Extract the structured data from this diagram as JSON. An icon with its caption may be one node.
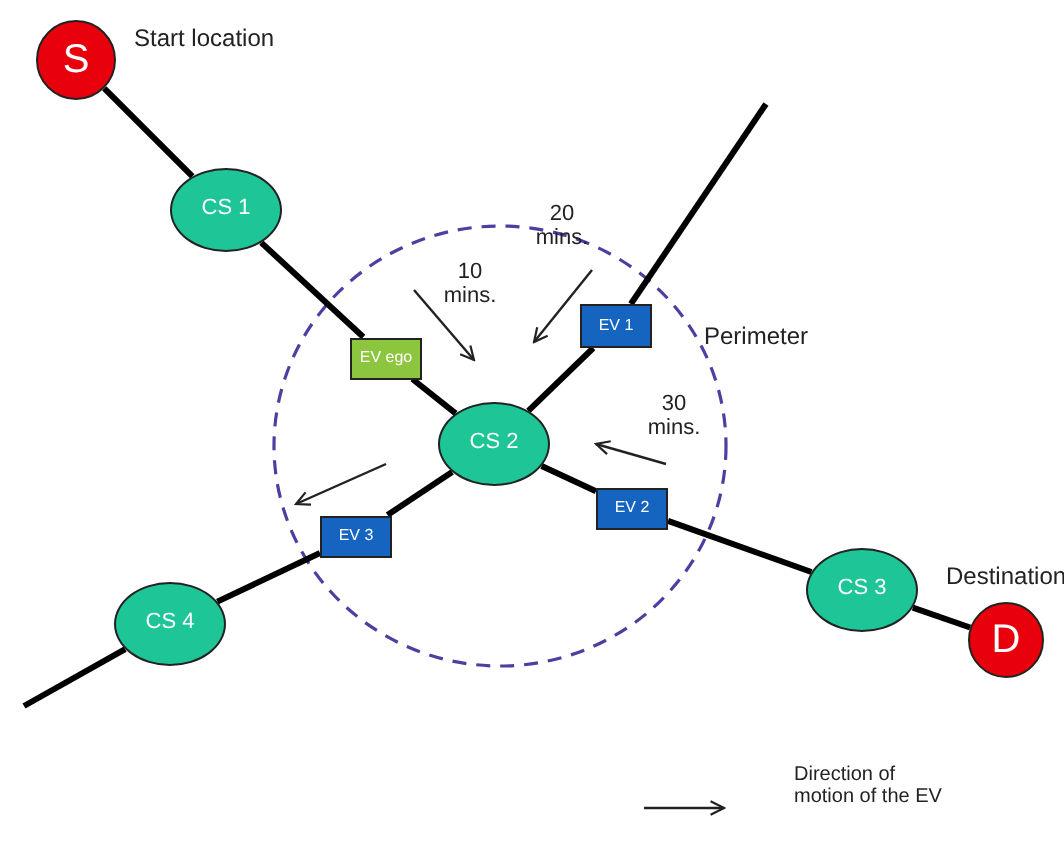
{
  "diagram": {
    "nodes": [
      {
        "text": [
          "S"
        ],
        "beside": [
          "Start location"
        ]
      },
      {
        "text": [
          "CS 1"
        ]
      },
      {
        "text": [
          "EV ego"
        ]
      },
      {
        "text": [
          "CS 2"
        ]
      },
      {
        "text": [
          "EV 1"
        ]
      },
      {
        "text": [
          "EV 2"
        ]
      },
      {
        "text": [
          "EV 3"
        ]
      },
      {
        "text": [
          "CS 3"
        ]
      },
      {
        "text": [
          "D"
        ],
        "beside": [
          "Destination"
        ]
      },
      {
        "text": [
          "CS 4"
        ]
      }
    ],
    "edges": [
      {
        "from": 0,
        "to": 1,
        "arrow": "none"
      },
      {
        "from": 1,
        "to": 2,
        "arrow": "none"
      },
      {
        "from": 2,
        "to": 3,
        "arrow": "none"
      },
      {
        "from": 3,
        "to": 4,
        "arrow": "none"
      },
      {
        "from": 4,
        "to": null,
        "arrow": "none"
      },
      {
        "from": 3,
        "to": 5,
        "arrow": "none"
      },
      {
        "from": 5,
        "to": 7,
        "arrow": "none"
      },
      {
        "from": 7,
        "to": 8,
        "arrow": "none"
      },
      {
        "from": 3,
        "to": 6,
        "arrow": "none"
      },
      {
        "from": 6,
        "to": 9,
        "arrow": "none"
      },
      {
        "from": 9,
        "to": null,
        "arrow": "none"
      }
    ],
    "labels": [
      "10 mins.",
      "20 mins.",
      "Perimeter",
      "30 mins."
    ],
    "legend": [
      {
        "text": "Direction of motion of the EV"
      }
    ]
  }
}
